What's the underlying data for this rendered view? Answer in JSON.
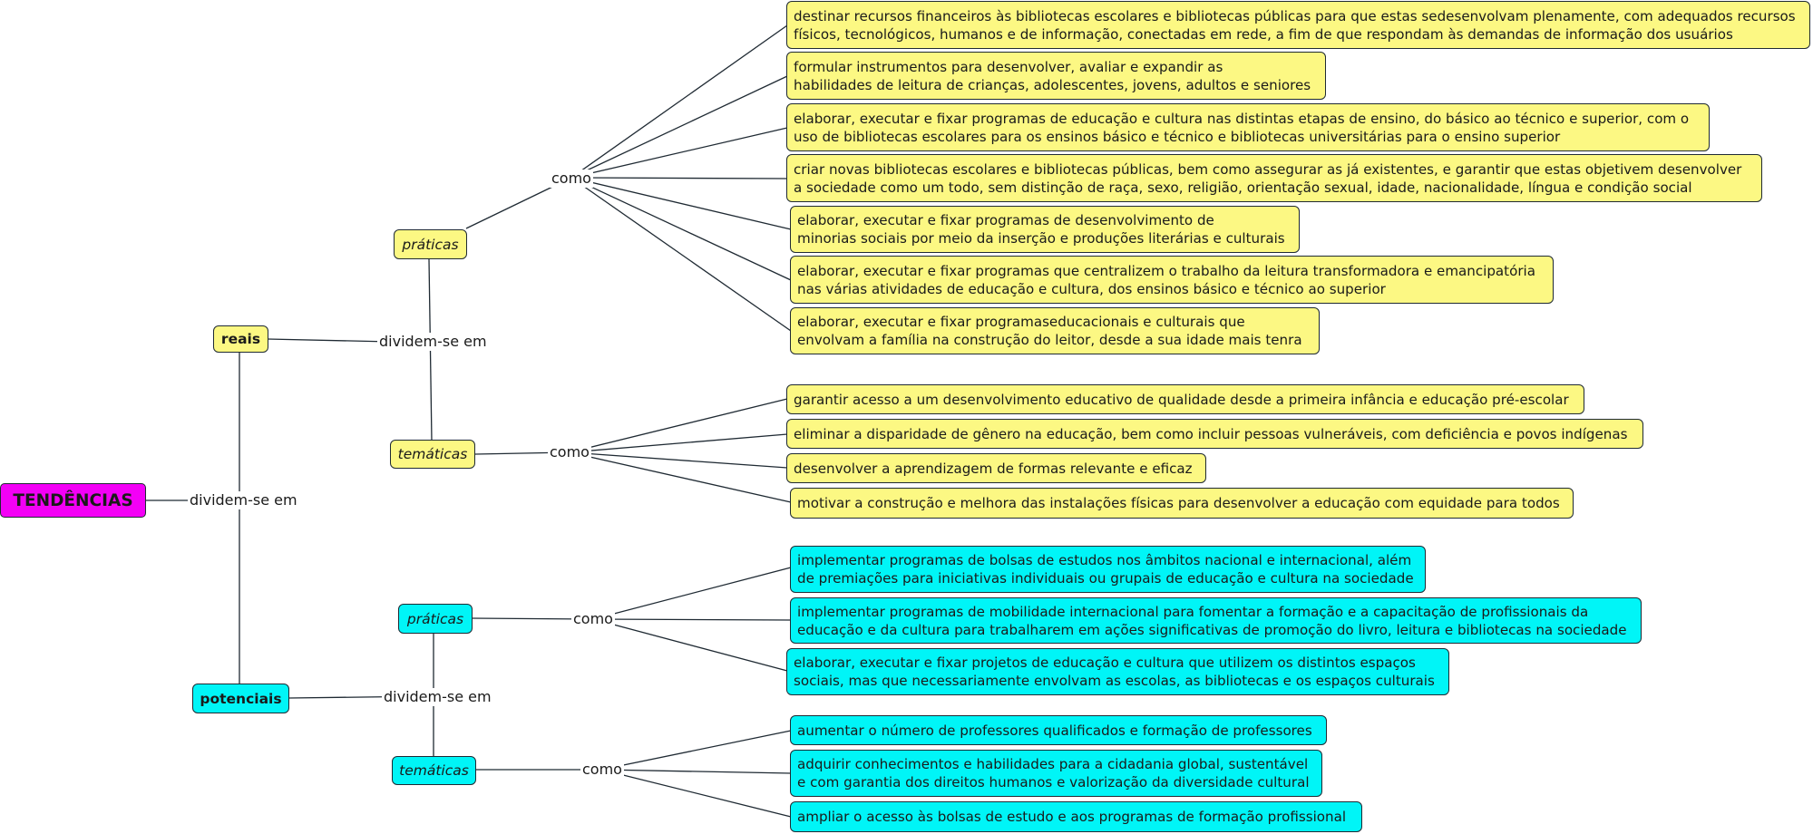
{
  "root": {
    "label": "TENDÊNCIAS",
    "color": "#f300f6"
  },
  "link_root": "dividem-se em",
  "reais": {
    "label": "reais",
    "color": "#fcf883",
    "link": "dividem-se em",
    "praticas": {
      "label": "práticas",
      "link": "como",
      "items": [
        [
          "destinar recursos financeiros às bibliotecas escolares e bibliotecas públicas para que estas sedesenvolvam plenamente, com adequados recursos",
          "físicos, tecnológicos, humanos e de informação, conectadas em rede, a fim de que respondam às demandas de informação dos usuários"
        ],
        [
          "formular instrumentos para desenvolver, avaliar e expandir as",
          "habilidades de leitura de crianças, adolescentes, jovens, adultos e seniores"
        ],
        [
          "elaborar, executar e fixar programas de educação e cultura nas distintas etapas de ensino, do básico ao técnico e superior, com o",
          "uso de bibliotecas escolares para os ensinos básico e técnico e bibliotecas universitárias para o ensino superior"
        ],
        [
          "criar novas bibliotecas escolares e bibliotecas públicas, bem como assegurar as já existentes, e garantir que estas objetivem desenvolver",
          "a sociedade como um todo, sem distinção de raça, sexo, religião, orientação sexual, idade, nacionalidade, língua e condição social"
        ],
        [
          "elaborar, executar e fixar programas de desenvolvimento de",
          "minorias sociais por meio da inserção e produções literárias e culturais"
        ],
        [
          "elaborar, executar e fixar programas que centralizem o trabalho da leitura transformadora e emancipatória",
          "nas várias atividades de educação e cultura, dos ensinos básico e técnico ao superior"
        ],
        [
          "elaborar, executar e fixar programaseducacionais e culturais que",
          "envolvam a família na construção do leitor, desde a sua idade mais tenra"
        ]
      ]
    },
    "tematicas": {
      "label": "temáticas",
      "link": "como",
      "items": [
        [
          "garantir acesso a um desenvolvimento educativo de qualidade desde a primeira infância e educação pré-escolar"
        ],
        [
          "eliminar a disparidade de gênero na educação, bem como incluir pessoas vulneráveis, com deficiência e povos indígenas"
        ],
        [
          "desenvolver a aprendizagem de formas relevante e eficaz"
        ],
        [
          "motivar a construção e melhora das instalações físicas para desenvolver a educação com equidade para todos"
        ]
      ]
    }
  },
  "potenciais": {
    "label": "potenciais",
    "color": "#00f5f7",
    "link": "dividem-se em",
    "praticas": {
      "label": "práticas",
      "link": "como",
      "items": [
        [
          "implementar programas de bolsas de estudos nos âmbitos nacional e internacional, além",
          "de premiações para iniciativas individuais ou grupais de educação e cultura na sociedade"
        ],
        [
          "implementar programas de mobilidade internacional para fomentar a formação e a capacitação de profissionais da",
          "educação e da cultura para trabalharem em ações significativas de promoção do livro, leitura e bibliotecas na sociedade"
        ],
        [
          "elaborar, executar e fixar projetos de educação e cultura que utilizem os distintos espaços",
          "sociais, mas que necessariamente envolvam as escolas, as bibliotecas e os espaços culturais"
        ]
      ]
    },
    "tematicas": {
      "label": "temáticas",
      "link": "como",
      "items": [
        [
          "aumentar o número de professores qualificados e formação de professores"
        ],
        [
          "adquirir conhecimentos e habilidades para a cidadania global, sustentável",
          "e com garantia dos direitos humanos e valorização da diversidade cultural"
        ],
        [
          "ampliar o acesso às bolsas de estudo e aos programas de formação profissional"
        ]
      ]
    }
  }
}
